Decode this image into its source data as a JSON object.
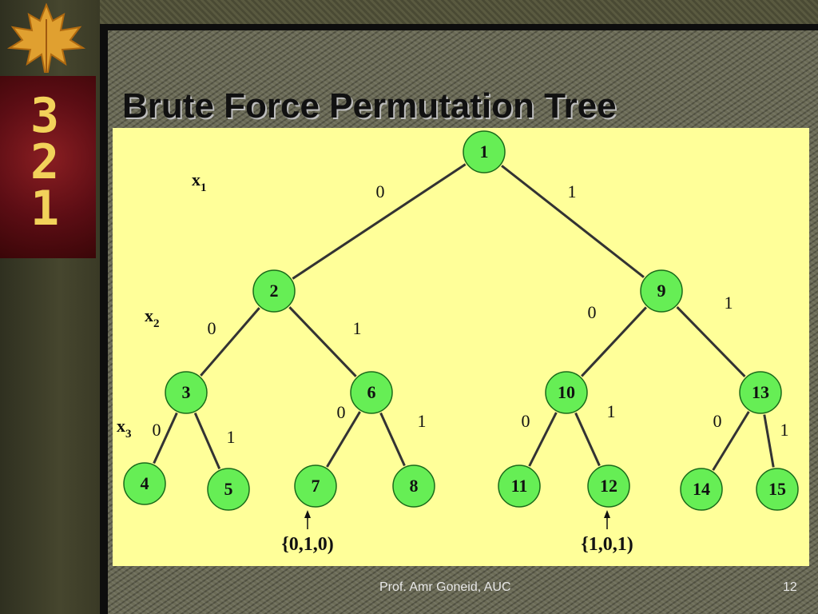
{
  "slide": {
    "title": "Brute Force Permutation Tree",
    "footer_author": "Prof. Amr Goneid, AUC",
    "page_number": "12",
    "logo_digits": [
      "3",
      "2",
      "1"
    ]
  },
  "colors": {
    "panel": "#ffff99",
    "node_fill": "#66ee55",
    "node_stroke": "#1a6b1a",
    "edge": "#333333",
    "logo_digit": "#f2d25a"
  },
  "tree": {
    "nodes": [
      {
        "id": "1",
        "label": "1"
      },
      {
        "id": "2",
        "label": "2"
      },
      {
        "id": "9",
        "label": "9"
      },
      {
        "id": "3",
        "label": "3"
      },
      {
        "id": "6",
        "label": "6"
      },
      {
        "id": "10",
        "label": "10"
      },
      {
        "id": "13",
        "label": "13"
      },
      {
        "id": "4",
        "label": "4"
      },
      {
        "id": "5",
        "label": "5"
      },
      {
        "id": "7",
        "label": "7"
      },
      {
        "id": "8",
        "label": "8"
      },
      {
        "id": "11",
        "label": "11"
      },
      {
        "id": "12",
        "label": "12"
      },
      {
        "id": "14",
        "label": "14"
      },
      {
        "id": "15",
        "label": "15"
      }
    ],
    "edges": [
      {
        "from": "1",
        "to": "2",
        "label": "0"
      },
      {
        "from": "1",
        "to": "9",
        "label": "1"
      },
      {
        "from": "2",
        "to": "3",
        "label": "0"
      },
      {
        "from": "2",
        "to": "6",
        "label": "1"
      },
      {
        "from": "9",
        "to": "10",
        "label": "0"
      },
      {
        "from": "9",
        "to": "13",
        "label": "1"
      },
      {
        "from": "3",
        "to": "4",
        "label": "0"
      },
      {
        "from": "3",
        "to": "5",
        "label": "1"
      },
      {
        "from": "6",
        "to": "7",
        "label": "0"
      },
      {
        "from": "6",
        "to": "8",
        "label": "1"
      },
      {
        "from": "10",
        "to": "11",
        "label": "0"
      },
      {
        "from": "10",
        "to": "12",
        "label": "1"
      },
      {
        "from": "13",
        "to": "14",
        "label": "0"
      },
      {
        "from": "13",
        "to": "15",
        "label": "1"
      }
    ],
    "level_variables": [
      {
        "base": "x",
        "sub": "1"
      },
      {
        "base": "x",
        "sub": "2"
      },
      {
        "base": "x",
        "sub": "3"
      }
    ],
    "solutions": [
      {
        "node": "7",
        "label": "{0,1,0)"
      },
      {
        "node": "12",
        "label": "{1,0,1)"
      }
    ]
  }
}
